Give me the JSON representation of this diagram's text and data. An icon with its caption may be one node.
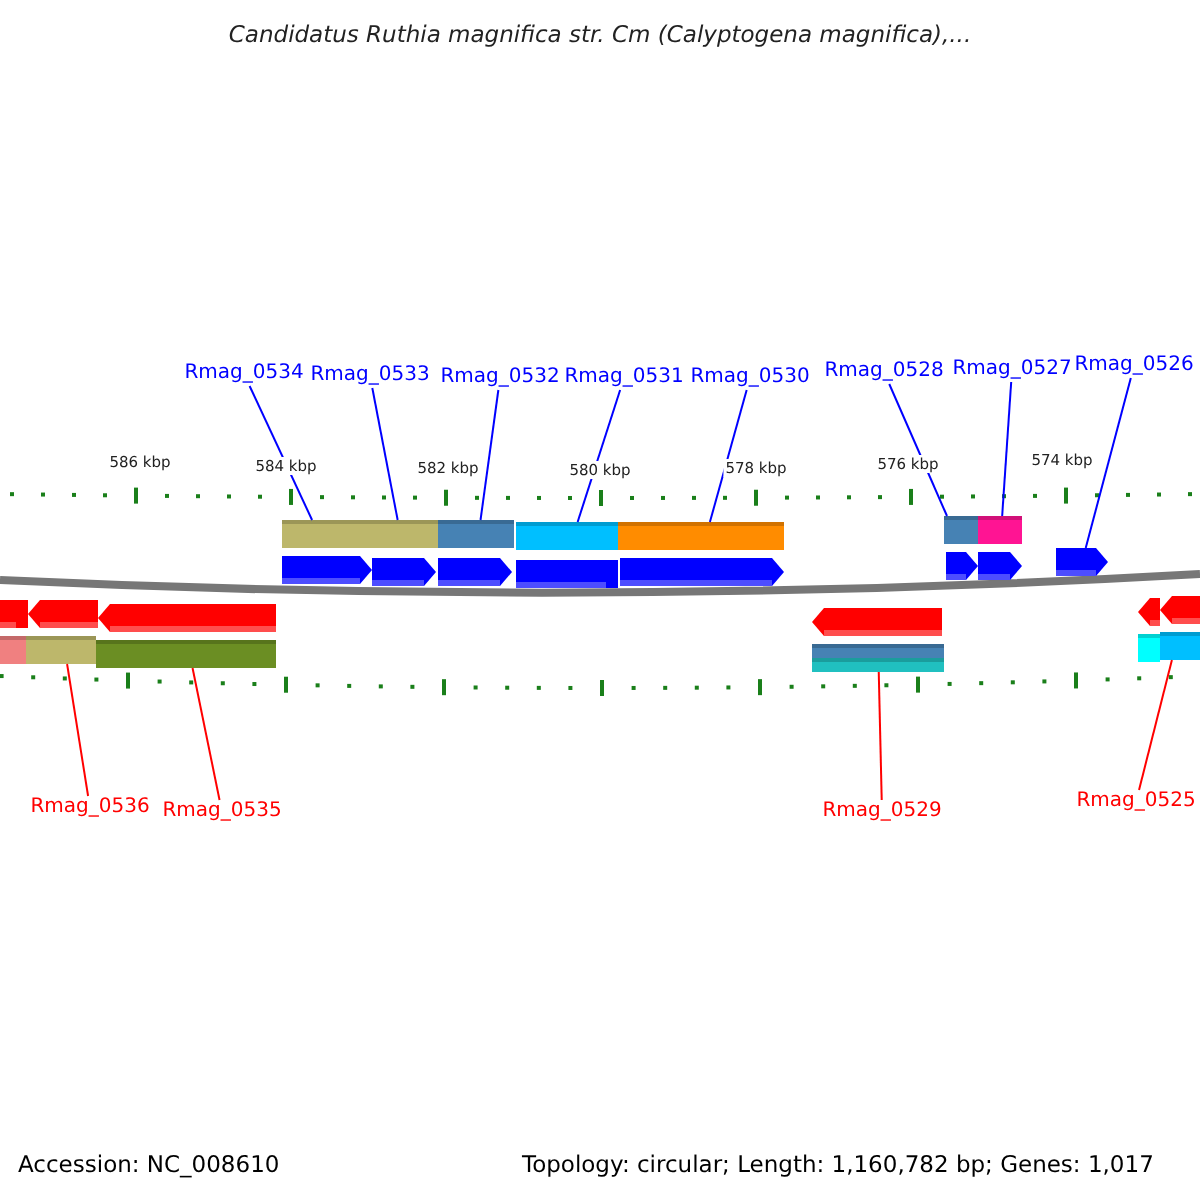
{
  "diagram": {
    "title": "Candidatus Ruthia magnifica str. Cm (Calyptogena magnifica),...",
    "nodes": [
      {
        "text": [
          "Rmag_0534"
        ]
      },
      {
        "text": [
          "Rmag_0533"
        ]
      },
      {
        "text": [
          "Rmag_0532"
        ]
      },
      {
        "text": [
          "Rmag_0531"
        ]
      },
      {
        "text": [
          "Rmag_0530"
        ]
      },
      {
        "text": [
          "Rmag_0528"
        ]
      },
      {
        "text": [
          "Rmag_0527"
        ]
      },
      {
        "text": [
          "Rmag_0526"
        ]
      },
      {
        "text": [
          "Rmag_0536"
        ]
      },
      {
        "text": [
          "Rmag_0535"
        ]
      },
      {
        "text": [
          "Rmag_0529"
        ]
      },
      {
        "text": [
          "Rmag_0525"
        ]
      },
      {
        "text": [],
        "shape": "arrow"
      },
      {
        "text": [],
        "shape": "arrow"
      },
      {
        "text": [],
        "shape": "arrow"
      },
      {
        "text": [],
        "shape": "arrow"
      },
      {
        "text": [],
        "shape": "arrow"
      },
      {
        "text": [],
        "shape": "arrow"
      },
      {
        "text": [],
        "shape": "arrow"
      },
      {
        "text": [],
        "shape": "arrow"
      },
      {
        "text": [],
        "shape": "arrow"
      },
      {
        "text": [],
        "shape": "arrow"
      },
      {
        "text": [],
        "shape": "arrow"
      },
      {
        "text": [],
        "shape": "arrow"
      },
      {
        "text": [],
        "shape": "arrow"
      },
      {
        "text": [],
        "shape": "arrow"
      }
    ],
    "edges": [
      {
        "from": 0,
        "to": 12,
        "arrow": "none"
      },
      {
        "from": 1,
        "to": 13,
        "arrow": "none"
      },
      {
        "from": 2,
        "to": 14,
        "arrow": "none"
      },
      {
        "from": 3,
        "to": 15,
        "arrow": "none"
      },
      {
        "from": 4,
        "to": 16,
        "arrow": "none"
      },
      {
        "from": 5,
        "to": 17,
        "arrow": "none"
      },
      {
        "from": 6,
        "to": 18,
        "arrow": "none"
      },
      {
        "from": 7,
        "to": 19,
        "arrow": "none"
      },
      {
        "from": 8,
        "to": 21,
        "arrow": "none",
        "color": "#ff0000"
      },
      {
        "from": 9,
        "to": 22,
        "arrow": "none",
        "color": "#ff0000"
      },
      {
        "from": 10,
        "to": 23,
        "arrow": "none",
        "color": "#ff0000"
      },
      {
        "from": 11,
        "to": 25,
        "arrow": "none",
        "color": "#ff0000"
      }
    ],
    "labels": [
      "586 kbp",
      "584 kbp",
      "582 kbp",
      "580 kbp",
      "578 kbp",
      "576 kbp",
      "574 kbp",
      "Accession: NC_008610",
      "Topology: circular; Length: 1,160,782 bp; Genes: 1,017"
    ]
  }
}
